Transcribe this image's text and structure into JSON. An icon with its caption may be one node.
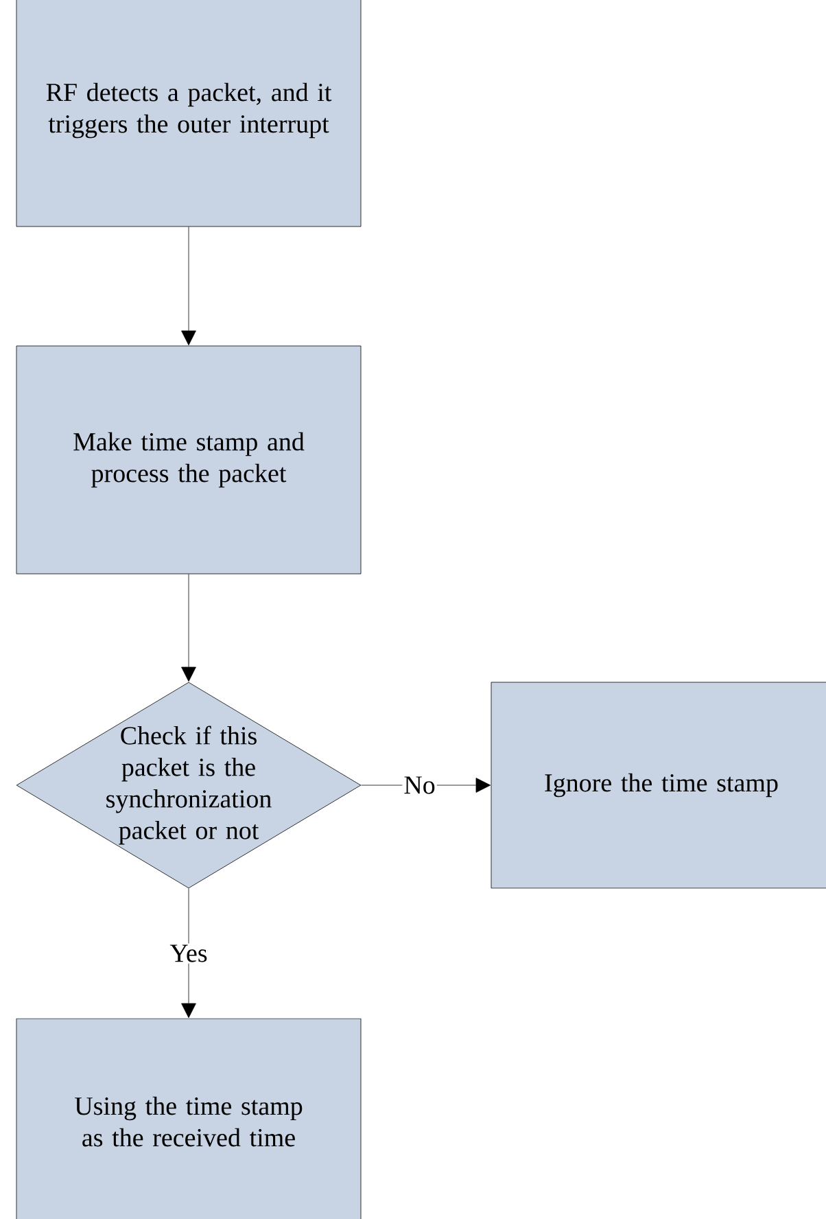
{
  "diagram": {
    "nodes": [
      {
        "text": [
          "RF detects a packet, and it triggers the outer interrupt"
        ]
      },
      {
        "text": [
          "Make time stamp and process the packet"
        ]
      },
      {
        "text": [
          "Check if this packet is the synchronization packet or not"
        ]
      },
      {
        "text": [
          "Ignore the time stamp"
        ]
      },
      {
        "text": [
          "Using the time stamp as the received time"
        ]
      }
    ],
    "edges": [
      {
        "from": 0,
        "to": 1,
        "arrow": "to"
      },
      {
        "from": 1,
        "to": 2,
        "arrow": "to"
      },
      {
        "from": 2,
        "to": 3,
        "arrow": "to",
        "label": "No"
      },
      {
        "from": 2,
        "to": 4,
        "arrow": "to",
        "label": "Yes"
      }
    ]
  }
}
